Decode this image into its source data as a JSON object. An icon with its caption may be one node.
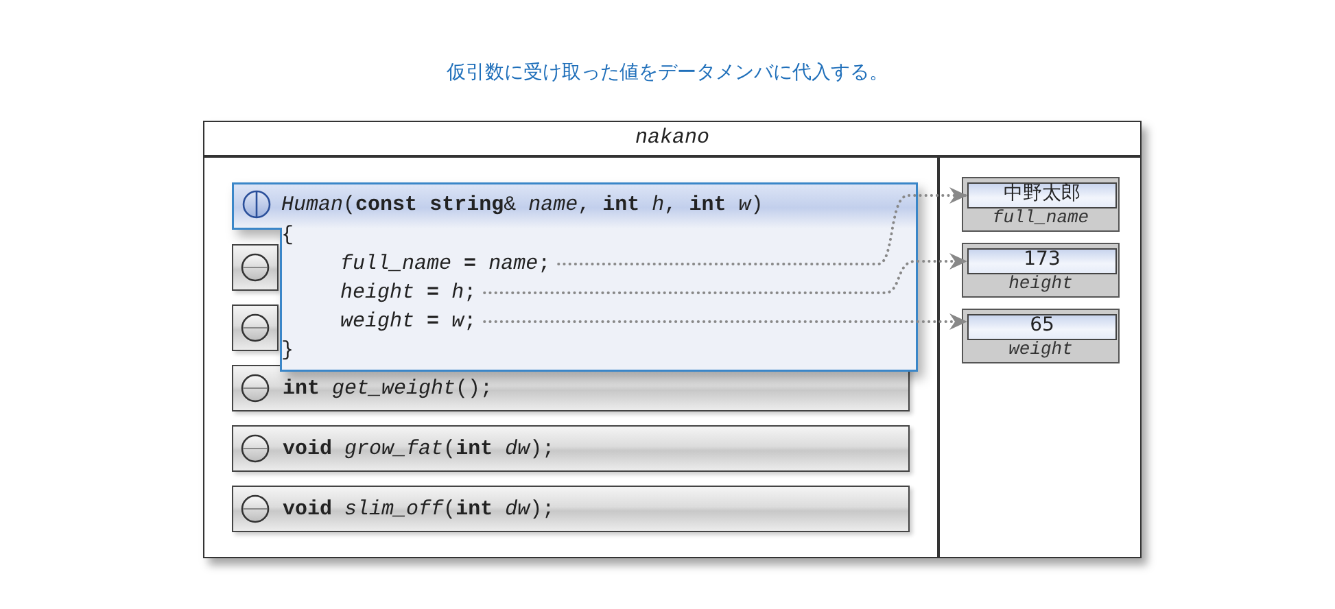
{
  "diagram": {
    "title": "仮引数に受け取った値をデータメンバに代入する。",
    "nodes": [
      {
        "text": [
          "nakano"
        ]
      },
      {
        "text": [
          "*Human*(**const** **string**& *name*, **int** *h*, **int** *w*)",
          "{",
          "}"
        ],
        "in": 0
      },
      {
        "text": [
          "*full_name* **=** *name*;"
        ],
        "in": 1
      },
      {
        "text": [
          "*height* **=** *h*;"
        ],
        "in": 1
      },
      {
        "text": [
          "*weight* **=** *w*;"
        ],
        "in": 1
      },
      {
        "text": [],
        "shape": "bar",
        "in": 0
      },
      {
        "text": [],
        "shape": "bar",
        "in": 0
      },
      {
        "text": [
          "**int** *get_weight*();"
        ],
        "in": 0
      },
      {
        "text": [
          "**void** *grow_fat*(**int** *dw*);"
        ],
        "in": 0
      },
      {
        "text": [
          "**void** *slim_off*(**int** *dw*);"
        ],
        "in": 0
      },
      {
        "text": [
          "full_name"
        ],
        "in": 0
      },
      {
        "text": [
          "中野太郎"
        ],
        "in": 10
      },
      {
        "text": [
          "height"
        ],
        "in": 0
      },
      {
        "text": [
          "173"
        ],
        "in": 12
      },
      {
        "text": [
          "weight"
        ],
        "in": 0
      },
      {
        "text": [
          "65"
        ],
        "in": 14
      }
    ],
    "edges": [
      {
        "from": 2,
        "to": 11,
        "arrow": "to",
        "style": "dashed"
      },
      {
        "from": 3,
        "to": 13,
        "arrow": "to",
        "style": "dashed"
      },
      {
        "from": 4,
        "to": 15,
        "arrow": "to",
        "style": "dashed"
      }
    ]
  }
}
